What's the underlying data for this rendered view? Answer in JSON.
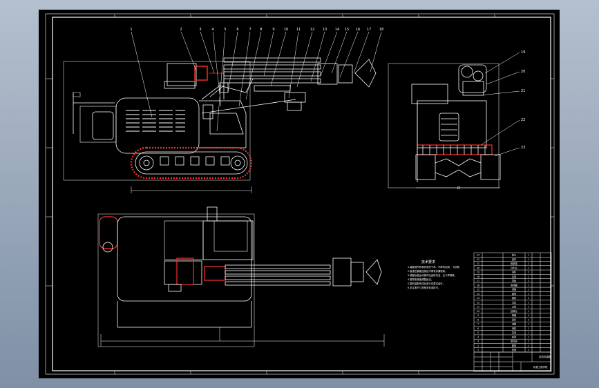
{
  "balloons": {
    "front": [
      "1",
      "2",
      "3",
      "4",
      "5",
      "6",
      "7",
      "8",
      "9",
      "10",
      "11",
      "12",
      "13",
      "14",
      "15",
      "16",
      "17",
      "18"
    ],
    "side": [
      "19",
      "20",
      "21",
      "22",
      "23"
    ]
  },
  "tech_notes": {
    "title": "技术要求",
    "lines": [
      "1.装配前所有零件清洗干净，不得有毛刺、飞边等。",
      "2.各液压管路连接处不得有渗漏现象。",
      "3.装配后各运动部件应运转灵活，无卡滞现象。",
      "4.履带张紧度调整适当。",
      "5.整机装配完成后进行空载试运行。",
      "6.未注明尺寸按相关标准执行。"
    ]
  },
  "parts_list": [
    {
      "no": "23",
      "code": "",
      "name": "钻头",
      "qty": "1"
    },
    {
      "no": "22",
      "code": "",
      "name": "钻杆",
      "qty": "1"
    },
    {
      "no": "21",
      "code": "",
      "name": "推进梁",
      "qty": "1"
    },
    {
      "no": "20",
      "code": "",
      "name": "动力头",
      "qty": "1"
    },
    {
      "no": "19",
      "code": "",
      "name": "油缸",
      "qty": "2"
    },
    {
      "no": "18",
      "code": "",
      "name": "支架",
      "qty": "1"
    },
    {
      "no": "17",
      "code": "",
      "name": "导轨",
      "qty": "2"
    },
    {
      "no": "16",
      "code": "",
      "name": "夹持器",
      "qty": "1"
    },
    {
      "no": "15",
      "code": "",
      "name": "滑座",
      "qty": "1"
    },
    {
      "no": "14",
      "code": "",
      "name": "链条",
      "qty": "1"
    },
    {
      "no": "13",
      "code": "",
      "name": "链轮",
      "qty": "2"
    },
    {
      "no": "12",
      "code": "",
      "name": "马达",
      "qty": "1"
    },
    {
      "no": "11",
      "code": "",
      "name": "立柱",
      "qty": "1"
    },
    {
      "no": "10",
      "code": "",
      "name": "回转台",
      "qty": "1"
    },
    {
      "no": "9",
      "code": "",
      "name": "销轴",
      "qty": "4"
    },
    {
      "no": "8",
      "code": "",
      "name": "连杆",
      "qty": "2"
    },
    {
      "no": "7",
      "code": "",
      "name": "油箱",
      "qty": "1"
    },
    {
      "no": "6",
      "code": "",
      "name": "电机",
      "qty": "1"
    },
    {
      "no": "5",
      "code": "",
      "name": "泵站",
      "qty": "1"
    },
    {
      "no": "4",
      "code": "",
      "name": "机架",
      "qty": "1"
    },
    {
      "no": "3",
      "code": "",
      "name": "驱动轮",
      "qty": "2"
    },
    {
      "no": "2",
      "code": "",
      "name": "履带",
      "qty": "2"
    },
    {
      "no": "1",
      "code": "",
      "name": "底盘",
      "qty": "1"
    }
  ],
  "title_block": {
    "drawing_name": "钻机总装图",
    "organization": "机械工程学院"
  }
}
